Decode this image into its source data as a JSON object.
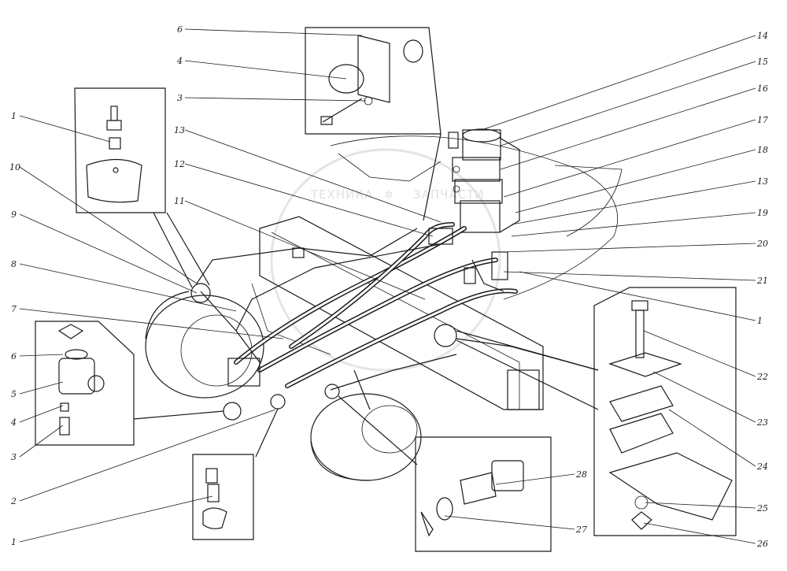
{
  "watermark": {
    "left": "ТЕХНИКА",
    "right": "ЗАПЧАСТИ"
  },
  "labels": {
    "c1": "1",
    "c2": "2",
    "c3": "3",
    "c4": "4",
    "c5": "5",
    "c6": "6",
    "c7": "7",
    "c8": "8",
    "c9": "9",
    "c10": "10",
    "c11": "11",
    "c12": "12",
    "c13": "13",
    "c14": "14",
    "c15": "15",
    "c16": "16",
    "c17": "17",
    "c18": "18",
    "c19": "19",
    "c20": "20",
    "c21": "21",
    "c22": "22",
    "c23": "23",
    "c24": "24",
    "c25": "25",
    "c26": "26",
    "c27": "27",
    "c28": "28"
  }
}
